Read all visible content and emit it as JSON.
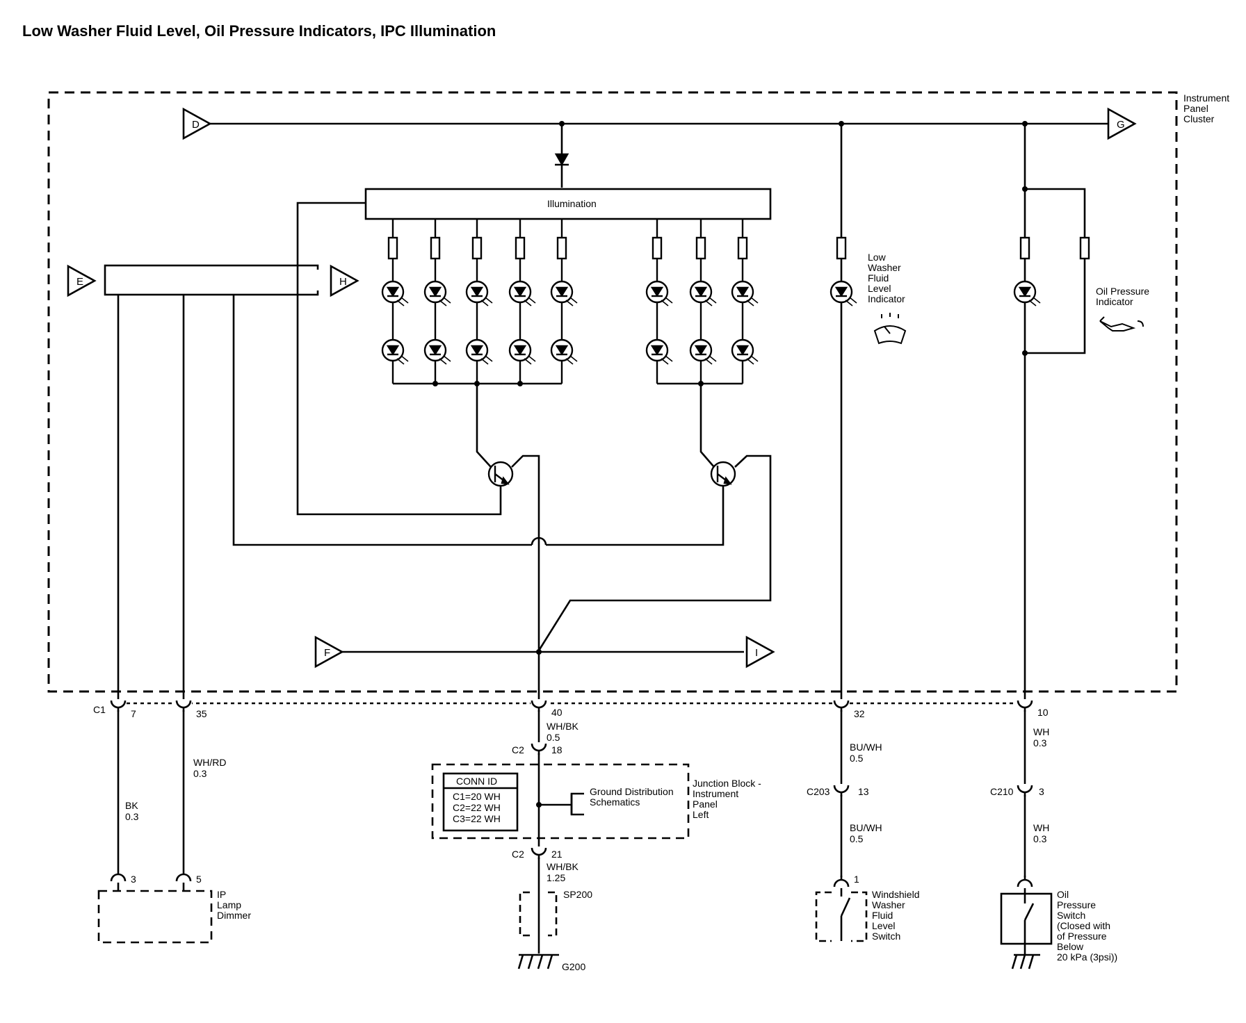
{
  "title": "Low Washer Fluid Level, Oil Pressure Indicators, IPC Illumination",
  "module": {
    "name_lines": [
      "Instrument",
      "Panel",
      "Cluster"
    ]
  },
  "illumination_label": "Illumination",
  "offpage": {
    "D": "D",
    "G": "G",
    "E": "E",
    "H": "H",
    "F": "F",
    "I": "I"
  },
  "washer_indicator": {
    "lines": [
      "Low",
      "Washer",
      "Fluid",
      "Level",
      "Indicator"
    ]
  },
  "oil_indicator": {
    "lines": [
      "Oil Pressure",
      "Indicator"
    ]
  },
  "connectors": {
    "c1": "C1",
    "pins": {
      "p7": "7",
      "p35": "35",
      "p40": "40",
      "p32": "32",
      "p10": "10"
    },
    "c2_top": {
      "name": "C2",
      "pin": "18"
    },
    "c2_bot": {
      "name": "C2",
      "pin": "21"
    },
    "c203": {
      "name": "C203",
      "pin": "13"
    },
    "c210": {
      "name": "C210",
      "pin": "3"
    },
    "dimmer_pins": {
      "p3": "3",
      "p5": "5"
    },
    "washer_switch_pin": "1"
  },
  "wires": {
    "bk": {
      "color": "BK",
      "gauge": "0.3"
    },
    "whrd": {
      "color": "WH/RD",
      "gauge": "0.3"
    },
    "whbk_top": {
      "color": "WH/BK",
      "gauge": "0.5"
    },
    "whbk_bot": {
      "color": "WH/BK",
      "gauge": "1.25"
    },
    "buwh_top": {
      "color": "BU/WH",
      "gauge": "0.5"
    },
    "buwh_bot": {
      "color": "BU/WH",
      "gauge": "0.5"
    },
    "wh_top": {
      "color": "WH",
      "gauge": "0.3"
    },
    "wh_bot": {
      "color": "WH",
      "gauge": "0.3"
    }
  },
  "conn_id": {
    "header": "CONN ID",
    "rows": [
      "C1=20 WH",
      "C2=22 WH",
      "C3=22 WH"
    ]
  },
  "ground_distribution": {
    "lines": [
      "Ground Distribution",
      "Schematics"
    ]
  },
  "junction_block": {
    "lines": [
      "Junction Block -",
      "Instrument",
      "Panel",
      "Left"
    ]
  },
  "ip_dimmer": {
    "lines": [
      "IP",
      "Lamp",
      "Dimmer"
    ]
  },
  "splice": "SP200",
  "ground": "G200",
  "washer_switch": {
    "lines": [
      "Windshield",
      "Washer",
      "Fluid",
      "Level",
      "Switch"
    ]
  },
  "oil_switch": {
    "lines": [
      "Oil",
      "Pressure",
      "Switch",
      "(Closed with",
      "of Pressure",
      "Below",
      "20 kPa (3psi))"
    ]
  }
}
